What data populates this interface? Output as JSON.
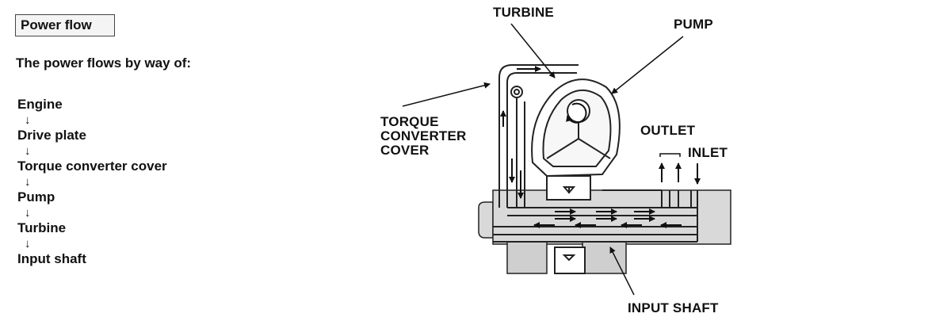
{
  "title": "Power flow",
  "intro": "The power flows by way of:",
  "flow": {
    "steps": [
      "Engine",
      "Drive plate",
      "Torque converter cover",
      "Pump",
      "Turbine",
      "Input shaft"
    ],
    "arrow": "↓"
  },
  "diagram": {
    "labels": {
      "turbine": "TURBINE",
      "pump": "PUMP",
      "cover": "TORQUE\nCONVERTER\nCOVER",
      "outlet": "OUTLET",
      "inlet": "INLET",
      "input_shaft": "INPUT SHAFT"
    }
  }
}
